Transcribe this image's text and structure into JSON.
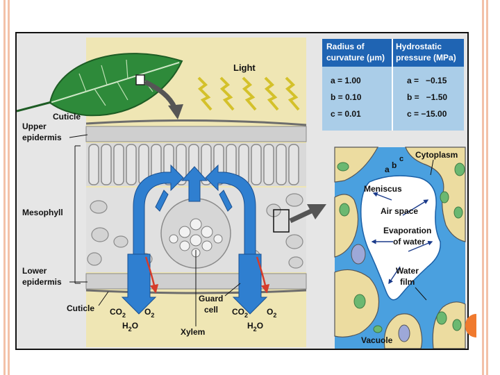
{
  "colors": {
    "accent_orange": "#f07a2e",
    "side_stripe": "#f3c1a8",
    "panel_bg": "#efe6b4",
    "table_blue": "#aacde8",
    "table_header": "#1f64b3",
    "arrow_blue": "#2f7fd0",
    "water_blue": "#4aa0df",
    "cell_tan": "#ecdca0",
    "chloroplast_green": "#6bb871",
    "red_arrow": "#d63b2a"
  },
  "icons": {
    "leaf": "leaf-icon",
    "light": "lightning-icon",
    "callout": "arrow-icon"
  },
  "table": {
    "col1_header_line1": "Radius of",
    "col1_header_line2": "curvature (μm)",
    "col2_header_line1": "Hydrostatic",
    "col2_header_line2": "pressure (MPa)",
    "rows": [
      {
        "radius": "a = 1.00",
        "pressure": "a =   −0.15"
      },
      {
        "radius": "b = 0.10",
        "pressure": "b =   −1.50"
      },
      {
        "radius": "c = 0.01",
        "pressure": "c = −15.00"
      }
    ]
  },
  "labels": {
    "light": "Light",
    "cuticle_top": "Cuticle",
    "upper_epidermis_1": "Upper",
    "upper_epidermis_2": "epidermis",
    "mesophyll": "Mesophyll",
    "lower_epidermis_1": "Lower",
    "lower_epidermis_2": "epidermis",
    "cuticle_bottom": "Cuticle",
    "co2": "CO",
    "co2_sub": "2",
    "o2": "O",
    "o2_sub": "2",
    "h2o_h": "H",
    "h2o_sub": "2",
    "h2o_o": "O",
    "guard_cell_1": "Guard",
    "guard_cell_2": "cell",
    "xylem": "Xylem"
  },
  "detail_labels": {
    "cytoplasm": "Cytoplasm",
    "a": "a",
    "b": "b",
    "c": "c",
    "meniscus": "Meniscus",
    "air_space": "Air space",
    "evaporation_1": "Evaporation",
    "evaporation_2": "of water",
    "water_film_1": "Water",
    "water_film_2": "film",
    "vacuole": "Vacuole"
  }
}
